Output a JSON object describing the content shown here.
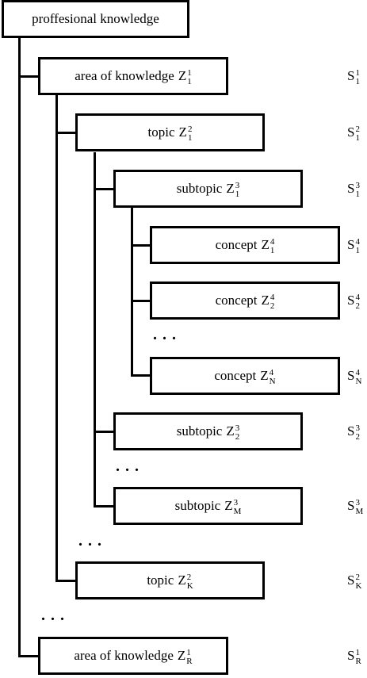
{
  "root": {
    "label": "proffesional knowledge"
  },
  "nodes": [
    {
      "id": "area-1",
      "level": 1,
      "label": "area of knowledge",
      "symbol": "Z",
      "sup": "1",
      "sub": "1",
      "s": {
        "symbol": "S",
        "sup": "1",
        "sub": "1"
      }
    },
    {
      "id": "topic-1",
      "level": 2,
      "label": "topic",
      "symbol": "Z",
      "sup": "2",
      "sub": "1",
      "s": {
        "symbol": "S",
        "sup": "2",
        "sub": "1"
      }
    },
    {
      "id": "subtopic-1",
      "level": 3,
      "label": "subtopic",
      "symbol": "Z",
      "sup": "3",
      "sub": "1",
      "s": {
        "symbol": "S",
        "sup": "3",
        "sub": "1"
      }
    },
    {
      "id": "concept-1",
      "level": 4,
      "label": "concept",
      "symbol": "Z",
      "sup": "4",
      "sub": "1",
      "s": {
        "symbol": "S",
        "sup": "4",
        "sub": "1"
      }
    },
    {
      "id": "concept-2",
      "level": 4,
      "label": "concept",
      "symbol": "Z",
      "sup": "4",
      "sub": "2",
      "s": {
        "symbol": "S",
        "sup": "4",
        "sub": "2"
      }
    },
    {
      "id": "concept-n",
      "level": 4,
      "label": "concept",
      "symbol": "Z",
      "sup": "4",
      "sub": "N",
      "s": {
        "symbol": "S",
        "sup": "4",
        "sub": "N"
      }
    },
    {
      "id": "subtopic-2",
      "level": 3,
      "label": "subtopic",
      "symbol": "Z",
      "sup": "3",
      "sub": "2",
      "s": {
        "symbol": "S",
        "sup": "3",
        "sub": "2"
      }
    },
    {
      "id": "subtopic-m",
      "level": 3,
      "label": "subtopic",
      "symbol": "Z",
      "sup": "3",
      "sub": "M",
      "s": {
        "symbol": "S",
        "sup": "3",
        "sub": "M"
      }
    },
    {
      "id": "topic-k",
      "level": 2,
      "label": "topic",
      "symbol": "Z",
      "sup": "2",
      "sub": "K",
      "s": {
        "symbol": "S",
        "sup": "2",
        "sub": "K"
      }
    },
    {
      "id": "area-r",
      "level": 1,
      "label": "area of knowledge",
      "symbol": "Z",
      "sup": "1",
      "sub": "R",
      "s": {
        "symbol": "S",
        "sup": "1",
        "sub": "R"
      }
    }
  ],
  "ellipsis": "..."
}
